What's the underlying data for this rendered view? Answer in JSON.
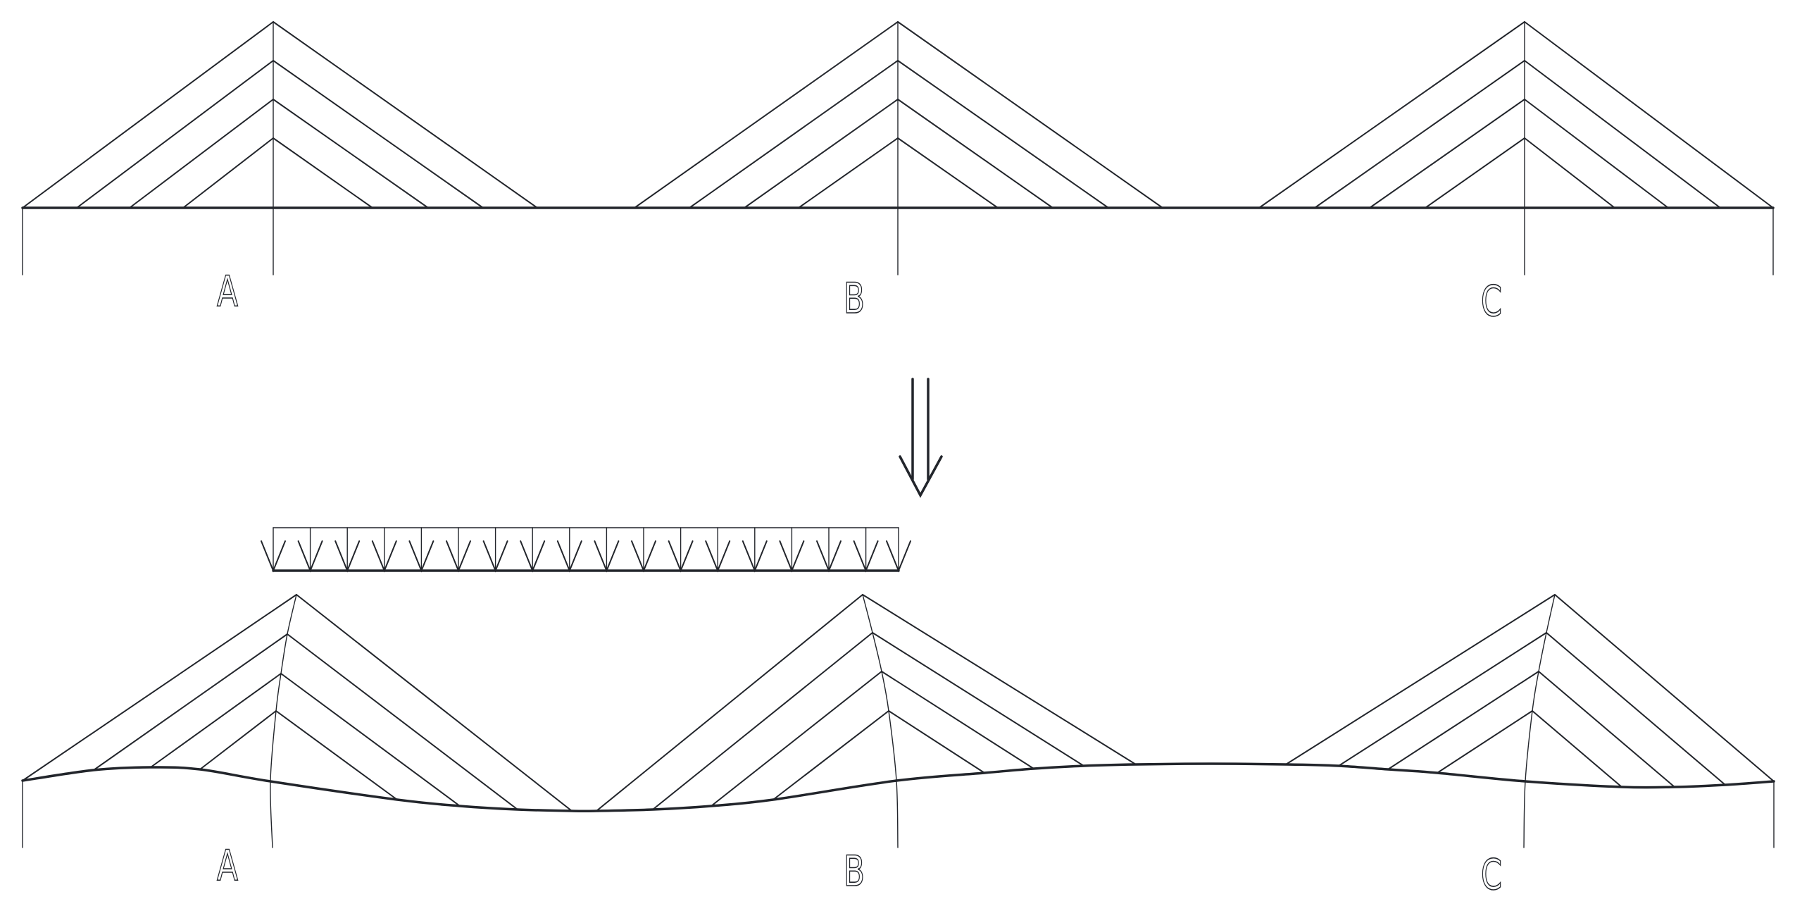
{
  "colors": {
    "line": "#22252b",
    "background": "#ffffff"
  },
  "original": {
    "tower_labels": [
      "A",
      "B",
      "C"
    ]
  },
  "deformed": {
    "tower_labels": [
      "A",
      "B",
      "C"
    ]
  },
  "load": {
    "type": "uniformly-distributed-load",
    "arrow_count": 18
  },
  "transition_arrow": {
    "type": "double-line-down-arrow-icon"
  }
}
